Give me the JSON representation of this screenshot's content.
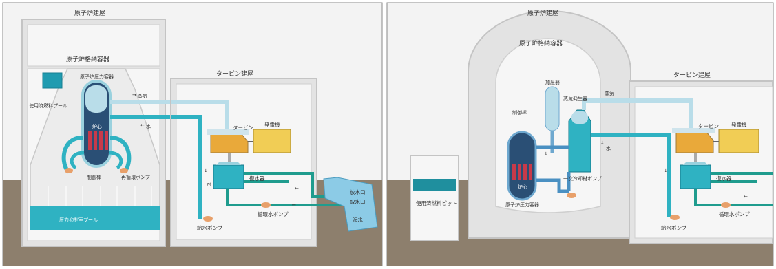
{
  "colors": {
    "background": "#f2f2f2",
    "building": "#e6e6e6",
    "building_edge": "#c9c9c9",
    "ground": "#8b7d6b",
    "water_blue": "#2fb2c2",
    "pipe_blue": "#1f8fb4",
    "steam_pale": "#b9dde9",
    "reactor_dark": "#1d3f66",
    "fuel_red": "#c83a4a",
    "turbine_gold": "#e9a93a",
    "generator_yellow": "#f1cd55",
    "pump_orange": "#e8a06a",
    "sea": "#8ccbe6"
  },
  "bwr": {
    "reactor_building": "原子炉建屋",
    "containment": "原子炉格納容器",
    "pressure_vessel": "原子炉圧力容器",
    "steam": "蒸気",
    "water": "水",
    "spent_fuel_pool": "使用済燃料プール",
    "core": "炉心",
    "control_rod": "制御棒",
    "recirc_pump": "再循環ポンプ",
    "suppression_pool": "圧力抑制室プール",
    "turbine_building": "タービン建屋",
    "turbine": "タービン",
    "generator": "発電機",
    "condenser": "復水器",
    "feedwater_pump": "給水ポンプ",
    "circ_pump": "循環水ポンプ",
    "water_label": "水",
    "discharge": "放水口",
    "intake": "取水口",
    "seawater": "海水"
  },
  "pwr": {
    "reactor_building": "原子炉建屋",
    "containment": "原子炉格納容器",
    "pressurizer": "加圧器",
    "steam_generator": "蒸気発生器",
    "control_rod": "制御棒",
    "core": "炉心",
    "pressure_vessel": "原子炉圧力容器",
    "primary_pump": "一次冷却材ポンプ",
    "steam": "蒸気",
    "water": "水",
    "spent_fuel_pit": "使用済燃料ピット",
    "turbine_building": "タービン建屋",
    "turbine": "タービン",
    "generator": "発電機",
    "condenser": "復水器",
    "feedwater_pump": "給水ポンプ",
    "circ_pump": "循環水ポンプ"
  }
}
